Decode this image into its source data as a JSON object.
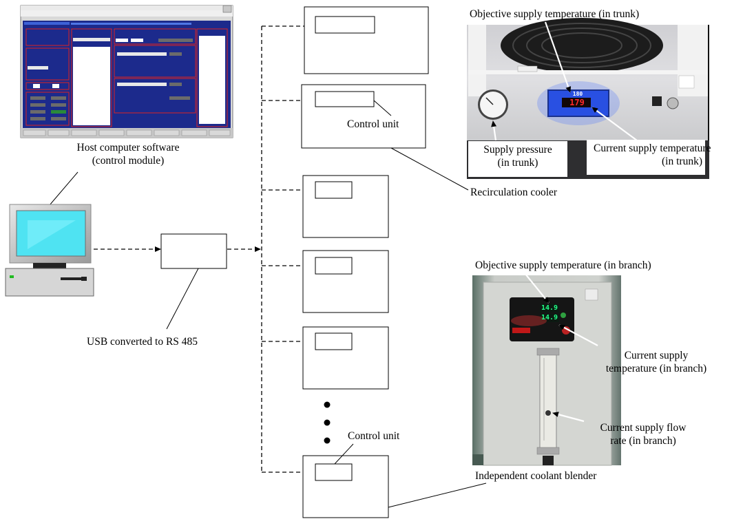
{
  "labels": {
    "host_line1": "Host computer software",
    "host_line2": "(control module)",
    "usb": "USB converted to RS 485",
    "control_unit_top": "Control unit",
    "control_unit_bottom": "Control unit",
    "recirculation_cooler": "Recirculation cooler",
    "independent_blender": "Independent coolant blender"
  },
  "cooler_photo": {
    "objective": "Objective supply temperature  (in trunk)",
    "pressure_line1": "Supply pressure",
    "pressure_line2": "(in trunk)",
    "current_line1": "Current supply temperature",
    "current_line2": "(in trunk)",
    "display_set": "180",
    "display_cur": "179"
  },
  "blender_photo": {
    "objective": "Objective supply temperature  (in branch)",
    "current_temp_line1": "Current supply",
    "current_temp_line2": "temperature (in branch)",
    "flow_line1": "Current supply flow",
    "flow_line2": "rate (in branch)",
    "display_set": "14.9",
    "display_cur": "14.9"
  },
  "colors": {
    "software_window": "#1c2a8c",
    "monitor_screen": "#4fe3f2",
    "display_blue": "#2a55ff",
    "display_red": "#ff2a2a",
    "display_green": "#22ff88"
  }
}
